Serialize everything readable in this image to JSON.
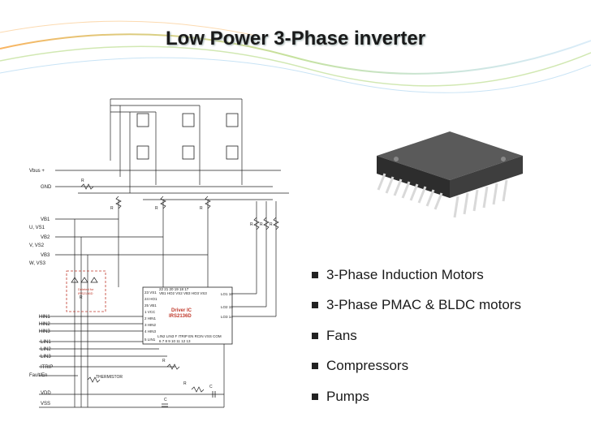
{
  "slide": {
    "title": "Low Power 3-Phase inverter",
    "bullets": [
      "3-Phase Induction Motors",
      "3-Phase PMAC & BLDC motors",
      "Fans",
      "Compressors",
      "Pumps"
    ]
  },
  "schematic": {
    "left_labels": [
      "Vbus +",
      "GND",
      "VB1",
      "U, VS1",
      "VB2",
      "V, VS2",
      "VB3",
      "W, VS3",
      "HIN1",
      "HIN2",
      "HIN3",
      "LIN1",
      "LIN2",
      "LIN3",
      "ITRIP",
      "Fault/En",
      "VDD",
      "VSS"
    ],
    "driver_ic": {
      "name": "Driver IC",
      "part": "IRS2136D"
    },
    "top_pins": "22 21 20 19 18 17",
    "top_pin_names": "VB1 HO2 VS2 VB3 HO3 VS3",
    "left_pins": [
      "23 VS1",
      "24 HO1",
      "25 VB1",
      "1 VCC",
      "2 HIN1",
      "3 HIN2",
      "4 HIN3",
      "5 LIN1"
    ],
    "right_pins": [
      "LO1 16",
      "LO2 15",
      "LO3 14"
    ],
    "bottom_pin_names": "LIN2 LIN3 F ITRIP EN RCIN VSS COM",
    "bottom_pins": "6 7 8 9 10 11 12 13",
    "dashed_note": [
      "Deleted for",
      "IRS2136D"
    ],
    "thermistor": "THERMISTOR",
    "resistor_labels": [
      "R",
      "R",
      "R",
      "R",
      "R",
      "R",
      "R",
      "R",
      "R",
      "R"
    ],
    "cap_labels": [
      "C",
      "C"
    ]
  },
  "colors": {
    "accent_green": "#8dc63f",
    "accent_orange": "#f7941d",
    "accent_blue": "#4aa3df",
    "dashed_red": "#c0392b"
  }
}
